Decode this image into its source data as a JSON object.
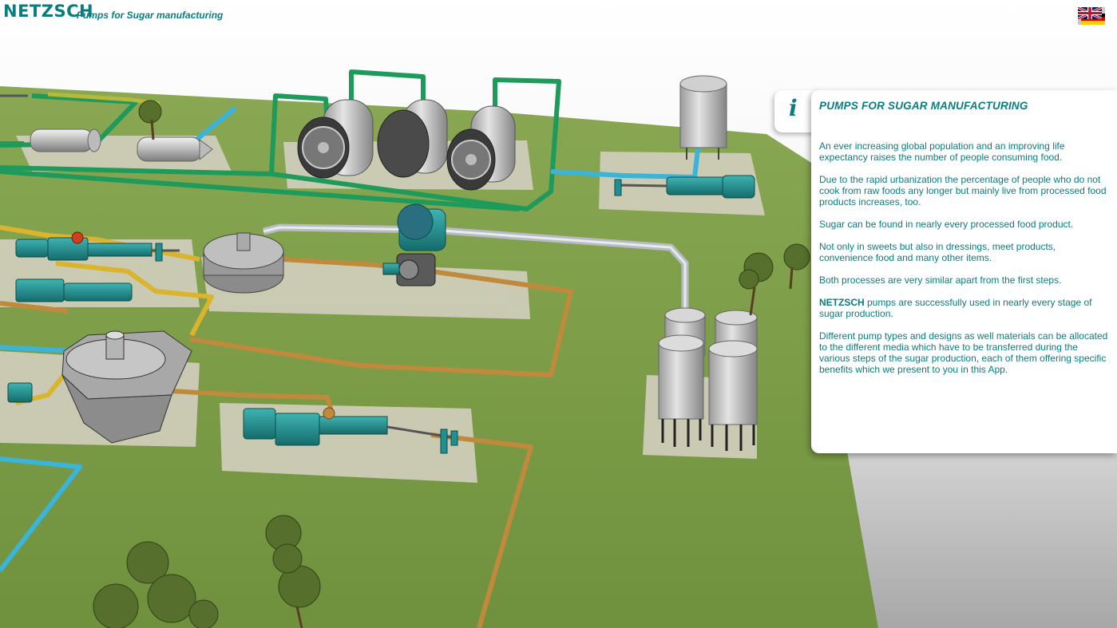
{
  "header": {
    "logo": "NETZSCH",
    "subtitle": "Pumps for Sugar manufacturing",
    "language_icon": "uk-de-flag-icon"
  },
  "info": {
    "icon": "i",
    "title": "PUMPS FOR SUGAR MANUFACTURING",
    "p1": "An ever increasing global population and an improving life expectancy raises the number of people consuming food.",
    "p2": "Due to the rapid urbanization the percentage of people who do not cook from raw foods any longer but mainly live from processed food products increases, too.",
    "p3": "Sugar can be found in nearly every processed food product.",
    "p4": "Not only in sweets but also in dressings, meet products, convenience food and many other items.",
    "p5": "Both processes are very similar apart from the first steps.",
    "p6_brand": "NETZSCH",
    "p6_rest": " pumps are successfully used in nearly every stage of sugar production.",
    "p7": "Different pump types and designs as well materials can be allocated to the different media which have to be transferred during the various steps of the sugar production, each of them offering specific benefits which we present to you in this App."
  },
  "colors": {
    "brand": "#0a7c7f",
    "ground": "#7a9a45",
    "pipe_green": "#1e9a5a",
    "pipe_orange": "#c08a3c",
    "pipe_blue": "#3ab4d8",
    "pipe_yellow": "#c8b83a",
    "pump": "#1f8f8f"
  }
}
